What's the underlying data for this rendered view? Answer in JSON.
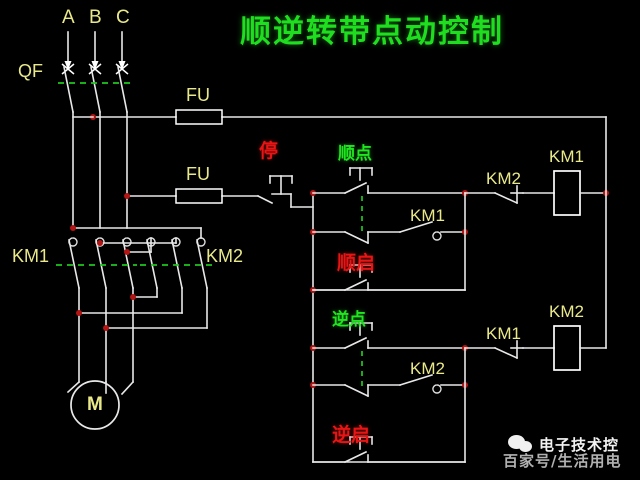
{
  "title": "顺逆转带点动控制",
  "power": {
    "phase_labels": [
      "A",
      "B",
      "C"
    ],
    "breaker_label": "QF",
    "fuse_label_main": "FU",
    "fuse_label_control": "FU",
    "contactor_left_label": "KM1",
    "contactor_right_label": "KM2",
    "motor_label": "M"
  },
  "control": {
    "stop_label": "停",
    "rung1_label": "顺点",
    "rung2_label": "顺启",
    "rung3_label": "逆点",
    "rung4_label": "逆启",
    "interlock_top_label": "KM2",
    "coil_top_label": "KM1",
    "aux_top_label": "KM1",
    "interlock_bottom_label": "KM1",
    "coil_bottom_label": "KM2",
    "aux_bottom_label": "KM2"
  },
  "watermark": {
    "account": "电子技术控",
    "platform": "百家号/生活用电"
  },
  "colors": {
    "background": "#000000",
    "wire": "#e8e8e8",
    "node": "#b31414",
    "label_yellow": "#e9e98a",
    "label_green": "#17e017",
    "label_red": "#e02020",
    "mechanical_link": "#1ec81e"
  }
}
